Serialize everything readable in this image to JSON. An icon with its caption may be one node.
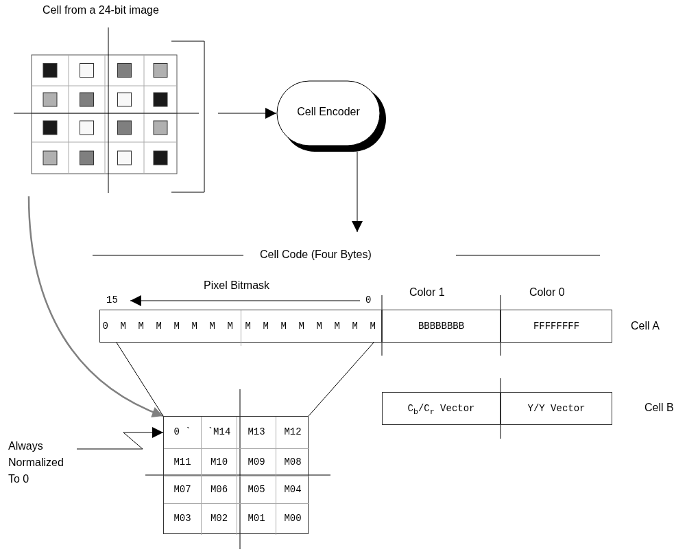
{
  "diagram": {
    "nodes": [
      {
        "text": [
          "Cell from a 24-bit image"
        ]
      },
      {
        "text": [
          "Cell Encoder"
        ]
      },
      {
        "text": [
          "0 M M M M M M M M M M M M M M M"
        ],
        "beside": [
          "Pixel Bitmask",
          "15",
          "0"
        ]
      },
      {
        "text": [
          "BBBBBBBB"
        ],
        "beside": [
          "Color 1"
        ]
      },
      {
        "text": [
          "FFFFFFFF"
        ],
        "beside": [
          "Color 0"
        ]
      },
      {
        "text": [
          "C$_{b}$/C$_{r}$ Vector"
        ]
      },
      {
        "text": [
          "Y/Y Vector"
        ]
      },
      {
        "text": [],
        "shape": "box"
      },
      {
        "text": [
          "0 `"
        ],
        "in": 7
      },
      {
        "text": [
          "`M14"
        ],
        "in": 7
      },
      {
        "text": [
          "M13"
        ],
        "in": 7
      },
      {
        "text": [
          "M12"
        ],
        "in": 7
      },
      {
        "text": [
          "M11"
        ],
        "in": 7
      },
      {
        "text": [
          "M10"
        ],
        "in": 7
      },
      {
        "text": [
          "M09"
        ],
        "in": 7
      },
      {
        "text": [
          "M08"
        ],
        "in": 7
      },
      {
        "text": [
          "M07"
        ],
        "in": 7
      },
      {
        "text": [
          "M06"
        ],
        "in": 7
      },
      {
        "text": [
          "M05"
        ],
        "in": 7
      },
      {
        "text": [
          "M04"
        ],
        "in": 7
      },
      {
        "text": [
          "M03"
        ],
        "in": 7
      },
      {
        "text": [
          "M02"
        ],
        "in": 7
      },
      {
        "text": [
          "M01"
        ],
        "in": 7
      },
      {
        "text": [
          "M00"
        ],
        "in": 7
      },
      {
        "text": [
          "Always Normalized To 0"
        ]
      }
    ],
    "edges": [
      {
        "from": 0,
        "to": 1,
        "arrow": "to"
      },
      {
        "from": 1,
        "to": null,
        "arrow": "to"
      },
      {
        "from": 0,
        "to": 7,
        "arrow": "to",
        "color": "#808080"
      },
      {
        "from": 2,
        "to": 7,
        "arrow": "none"
      },
      {
        "from": 2,
        "to": 7,
        "arrow": "none"
      },
      {
        "from": 24,
        "to": 8,
        "arrow": "to"
      }
    ],
    "labels": [
      "Cell Code (Four Bytes)",
      "Cell A",
      "Cell B"
    ]
  }
}
